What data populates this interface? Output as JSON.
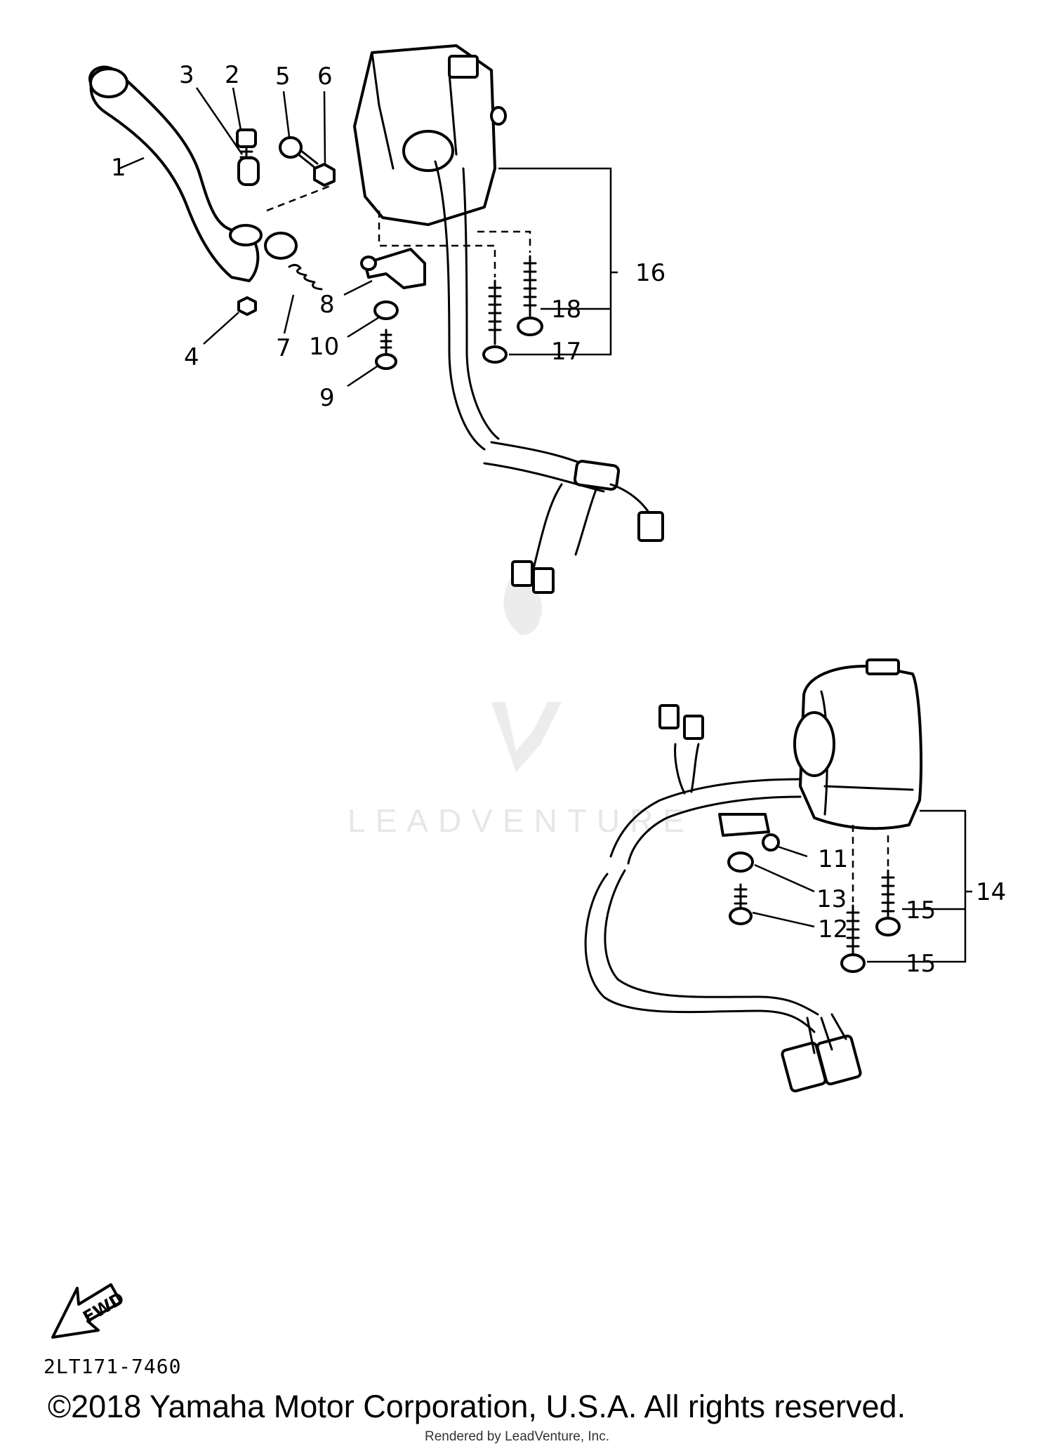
{
  "diagram": {
    "callouts": {
      "c1": "1",
      "c2": "2",
      "c3": "3",
      "c4": "4",
      "c5": "5",
      "c6": "6",
      "c7": "7",
      "c8": "8",
      "c9": "9",
      "c10": "10",
      "c11": "11",
      "c12": "12",
      "c13": "13",
      "c14": "14",
      "c15a": "15",
      "c15b": "15",
      "c16": "16",
      "c17": "17",
      "c18": "18"
    },
    "fwd_label": "FWD",
    "watermark": "LEADVENTURE"
  },
  "footer": {
    "drawing_number": "2LT171-7460",
    "copyright": "©2018 Yamaha Motor Corporation, U.S.A. All rights reserved.",
    "rendered_by": "Rendered by LeadVenture, Inc."
  }
}
